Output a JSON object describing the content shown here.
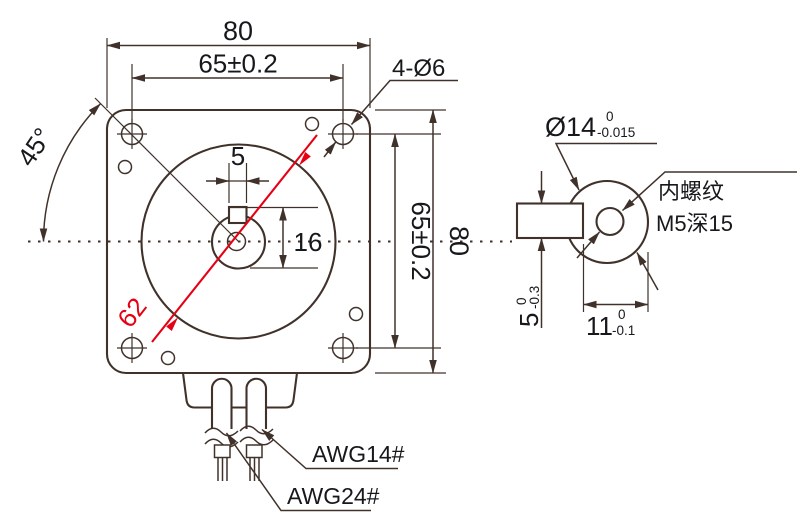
{
  "title": "stepper-motor-dimension-drawing",
  "colors": {
    "line": "#40322b",
    "accent_red": "#e60014",
    "text": "#17181c"
  },
  "front_view": {
    "dim_overall_width": "80",
    "dim_hole_pitch_h": "65±0.2",
    "dim_mount_holes": "4-Ø6",
    "dim_hole_angle": "45°",
    "dim_keyway_width": "5",
    "dim_shaft_offset": "16",
    "dim_pilot_diameter": "62",
    "dim_hole_pitch_v": "65±0.2",
    "dim_overall_height": "80",
    "label_power_wire": "AWG14#",
    "label_signal_wire": "AWG24#"
  },
  "shaft_view": {
    "dim_shaft_dia": "Ø14",
    "dim_shaft_dia_tol_upper": "0",
    "dim_shaft_dia_tol_lower": "-0.015",
    "label_thread_line1": "内螺纹",
    "label_thread_line2": "M5深15",
    "dim_flat_depth": "5",
    "dim_flat_depth_tol_upper": "0",
    "dim_flat_depth_tol_lower": "-0.3",
    "dim_flat_width": "11",
    "dim_flat_width_tol_upper": "0",
    "dim_flat_width_tol_lower": "-0.1"
  }
}
